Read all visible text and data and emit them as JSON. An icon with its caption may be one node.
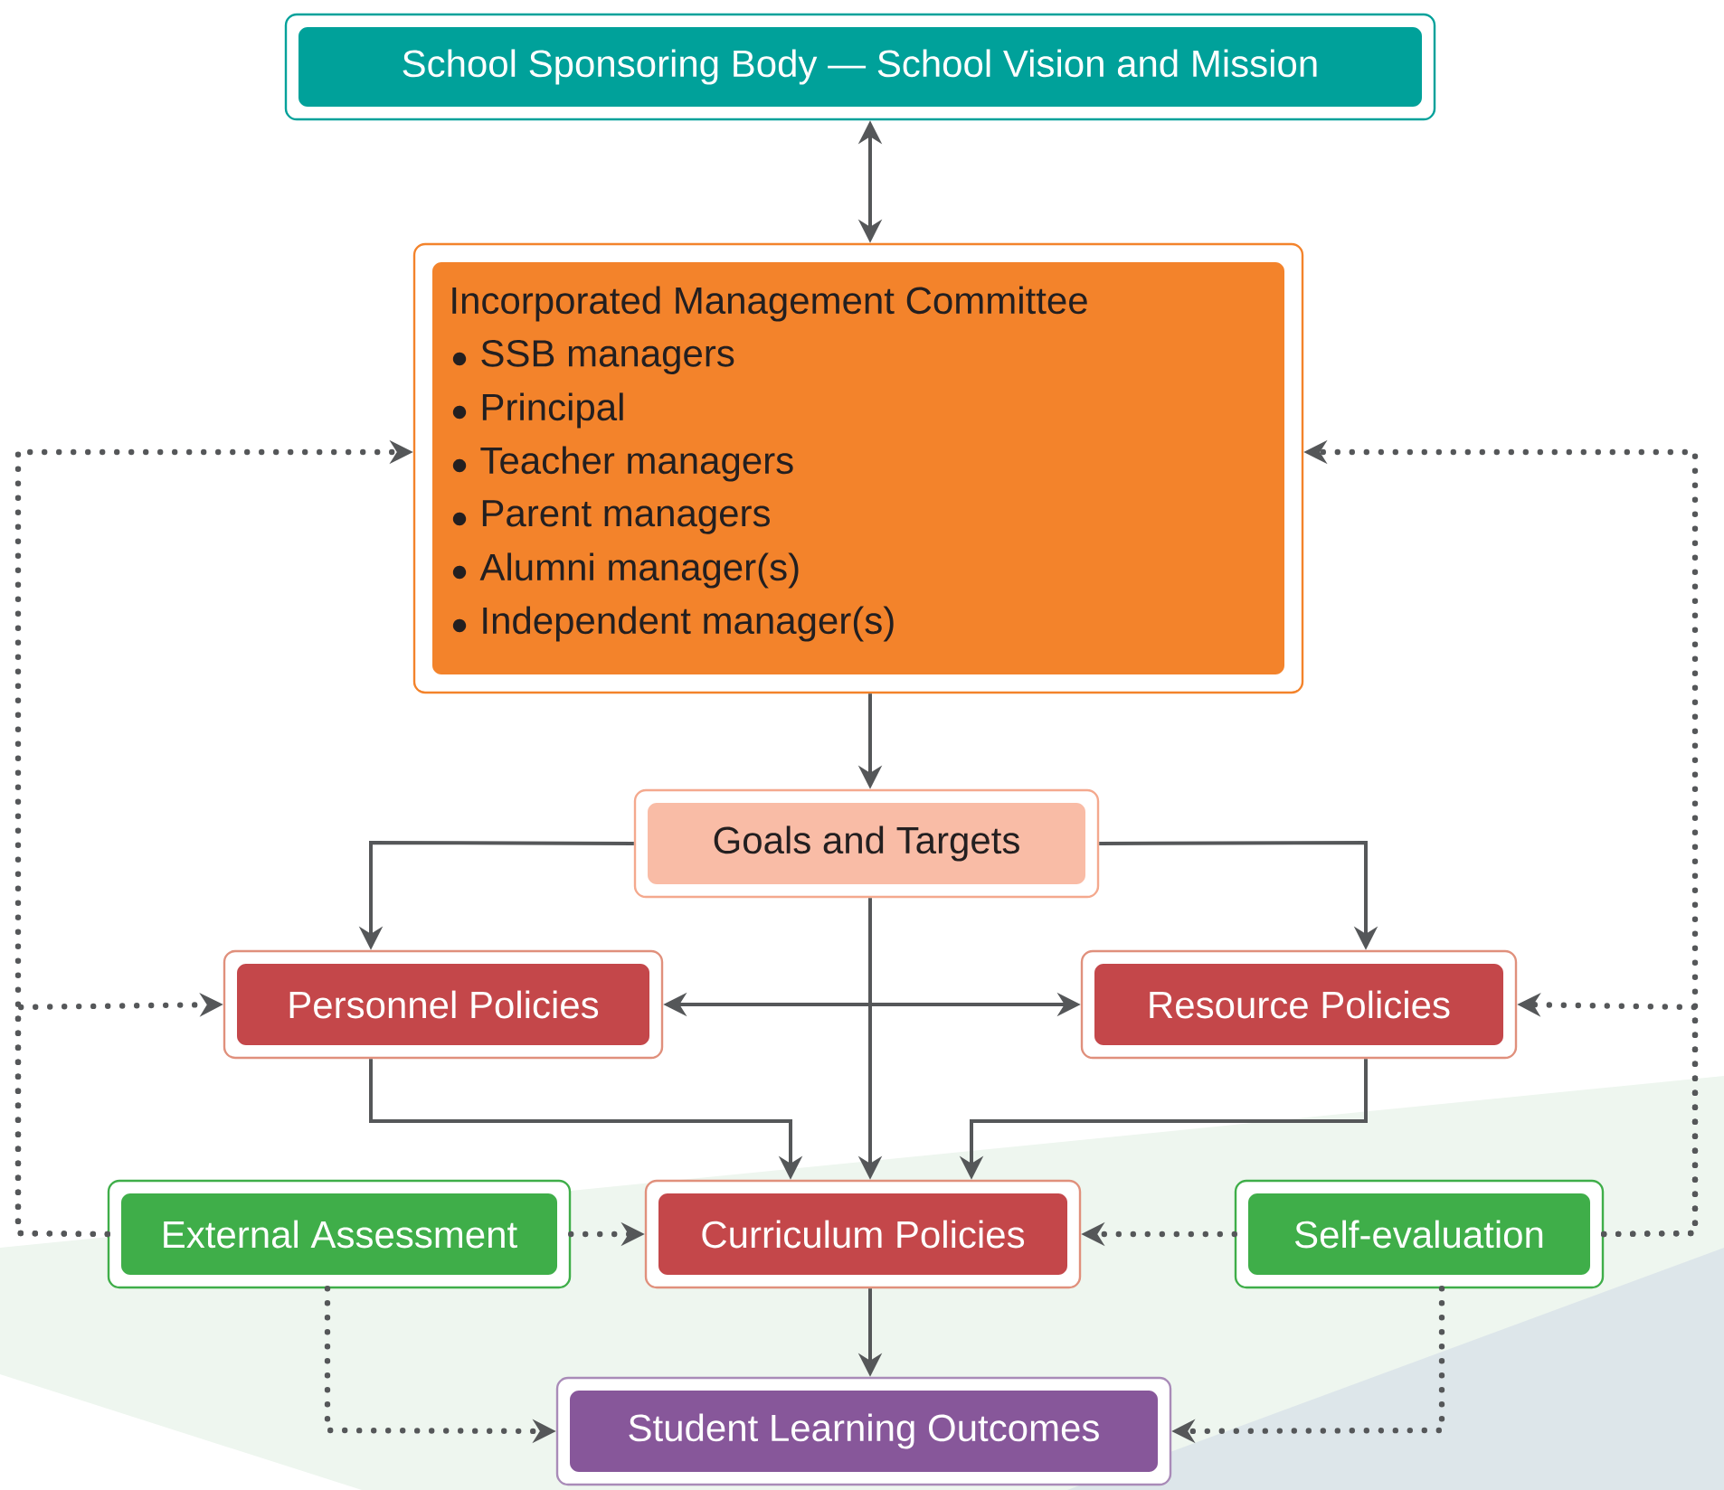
{
  "diagram": {
    "nodes": [
      {
        "text": [
          "School Sponsoring Body — School Vision and Mission"
        ]
      },
      {
        "text": [
          "Incorporated Management Committee",
          "SSB managers",
          "Principal",
          "Teacher managers",
          "Parent managers",
          "Alumni manager(s)",
          "Independent manager(s)"
        ]
      },
      {
        "text": [
          "Goals and Targets"
        ]
      },
      {
        "text": [
          "Personnel Policies"
        ]
      },
      {
        "text": [
          "Resource Policies"
        ]
      },
      {
        "text": [
          "External Assessment"
        ]
      },
      {
        "text": [
          "Curriculum Policies"
        ]
      },
      {
        "text": [
          "Self-evaluation"
        ]
      },
      {
        "text": [
          "Student Learning Outcomes"
        ]
      }
    ],
    "edges": [
      {
        "from": 0,
        "to": 1,
        "arrow": "both"
      },
      {
        "from": 1,
        "to": 2,
        "arrow": "to"
      },
      {
        "from": 2,
        "to": 3,
        "arrow": "to"
      },
      {
        "from": 2,
        "to": 4,
        "arrow": "to"
      },
      {
        "from": 2,
        "to": 6,
        "arrow": "to"
      },
      {
        "from": 3,
        "to": 4,
        "arrow": "both"
      },
      {
        "from": 3,
        "to": 6,
        "arrow": "to"
      },
      {
        "from": 4,
        "to": 6,
        "arrow": "to"
      },
      {
        "from": 6,
        "to": 8,
        "arrow": "to"
      },
      {
        "from": 5,
        "to": 1,
        "arrow": "to",
        "style": "dashed"
      },
      {
        "from": 5,
        "to": 3,
        "arrow": "to",
        "style": "dashed"
      },
      {
        "from": 5,
        "to": 6,
        "arrow": "to",
        "style": "dashed"
      },
      {
        "from": 5,
        "to": 8,
        "arrow": "to",
        "style": "dashed"
      },
      {
        "from": 7,
        "to": 1,
        "arrow": "to",
        "style": "dashed"
      },
      {
        "from": 7,
        "to": 4,
        "arrow": "to",
        "style": "dashed"
      },
      {
        "from": 7,
        "to": 6,
        "arrow": "to",
        "style": "dashed"
      },
      {
        "from": 7,
        "to": 8,
        "arrow": "to",
        "style": "dashed"
      }
    ]
  }
}
